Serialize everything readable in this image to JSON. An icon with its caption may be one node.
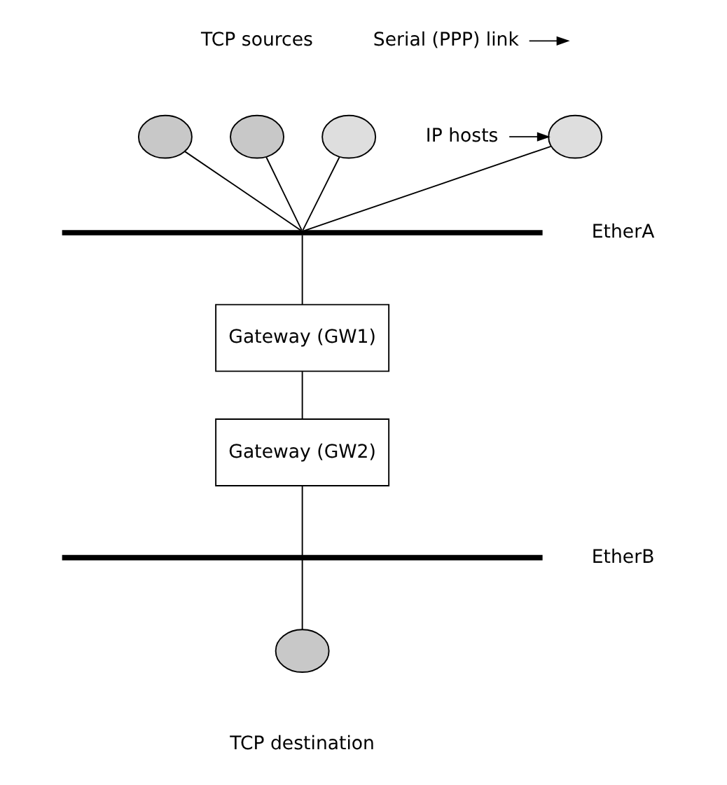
{
  "diagram": {
    "nodes": [
      {
        "text": [],
        "shape": "ellipse"
      },
      {
        "text": [],
        "shape": "ellipse"
      },
      {
        "text": [],
        "shape": "ellipse"
      },
      {
        "text": [],
        "shape": "ellipse"
      },
      {
        "text": [],
        "shape": "bar",
        "beside": [
          "EtherA"
        ]
      },
      {
        "text": [
          "Gateway (GW1)"
        ]
      },
      {
        "text": [
          "Gateway (GW2)"
        ]
      },
      {
        "text": [],
        "shape": "bar",
        "beside": [
          "EtherB"
        ]
      },
      {
        "text": [],
        "shape": "ellipse",
        "beside": [
          "TCP destination"
        ]
      },
      {
        "text": [
          "IP hosts"
        ]
      },
      {
        "text": [
          "Serial (PPP) link"
        ]
      }
    ],
    "edges": [
      {
        "from": 0,
        "to": 4,
        "arrow": "none"
      },
      {
        "from": 1,
        "to": 4,
        "arrow": "none"
      },
      {
        "from": 2,
        "to": 4,
        "arrow": "none"
      },
      {
        "from": 3,
        "to": 4,
        "arrow": "none"
      },
      {
        "from": 4,
        "to": 5,
        "arrow": "none"
      },
      {
        "from": 5,
        "to": 6,
        "arrow": "none"
      },
      {
        "from": 6,
        "to": 7,
        "arrow": "none"
      },
      {
        "from": 7,
        "to": 8,
        "arrow": "none"
      },
      {
        "from": 9,
        "to": 3,
        "arrow": "to"
      },
      {
        "from": 10,
        "to": null,
        "arrow": "to"
      }
    ],
    "labels": [
      "TCP sources"
    ]
  }
}
